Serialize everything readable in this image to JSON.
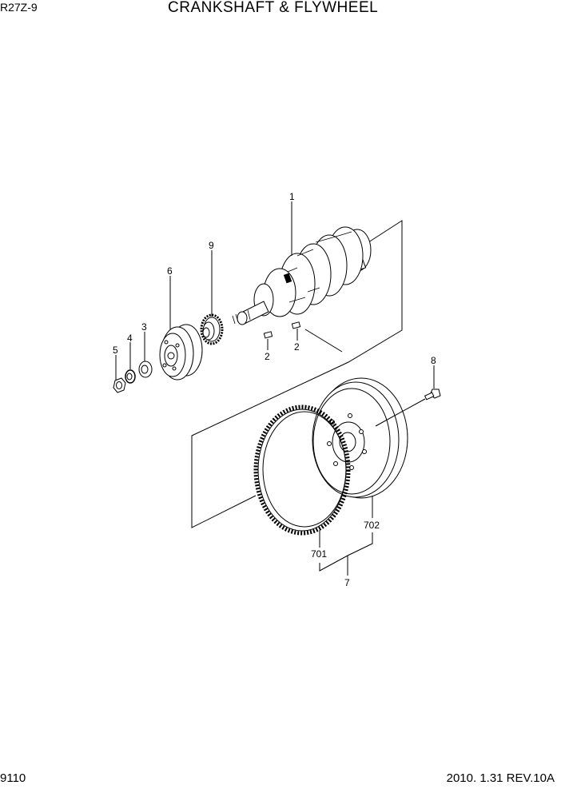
{
  "header": {
    "model": "R27Z-9",
    "title": "CRANKSHAFT & FLYWHEEL"
  },
  "footer": {
    "page": "9110",
    "revision": "2010. 1.31  REV.10A"
  },
  "callouts": {
    "c1": "1",
    "c2a": "2",
    "c2b": "2",
    "c3": "3",
    "c4": "4",
    "c5": "5",
    "c6": "6",
    "c7": "7",
    "c8": "8",
    "c9": "9",
    "c701": "701",
    "c702": "702"
  },
  "parts": [
    {
      "icon": "crankshaft-icon"
    },
    {
      "icon": "key-icon"
    },
    {
      "icon": "washer-icon"
    },
    {
      "icon": "lock-washer-icon"
    },
    {
      "icon": "nut-icon"
    },
    {
      "icon": "pulley-icon"
    },
    {
      "icon": "flywheel-assembly-icon"
    },
    {
      "icon": "bolt-icon"
    },
    {
      "icon": "gear-icon"
    },
    {
      "icon": "ring-gear-icon"
    },
    {
      "icon": "flywheel-icon"
    }
  ]
}
